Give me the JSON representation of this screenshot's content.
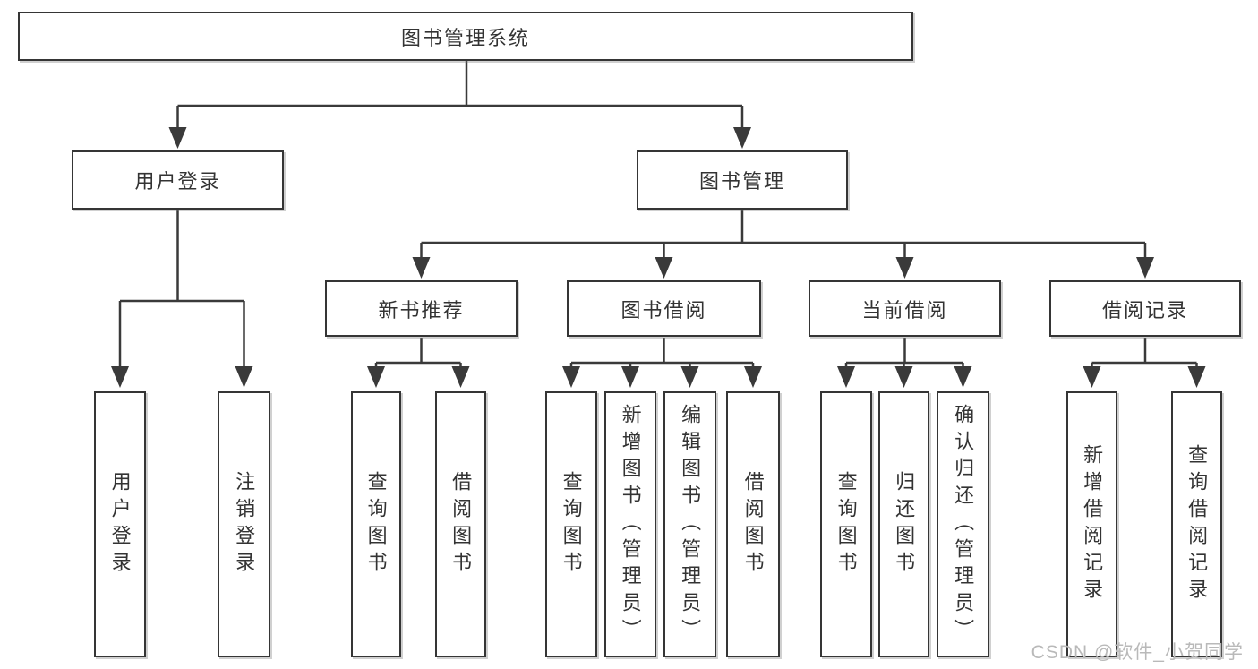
{
  "diagram_type": "hierarchy-flowchart",
  "colors": {
    "line": "#3a3a3a",
    "box_border": "#353535",
    "text": "#333333",
    "watermark": "#b9b9b9",
    "background": "#ffffff"
  },
  "nodes": {
    "root": "图书管理系统",
    "user_login": "用户登录",
    "book_management": "图书管理",
    "new_book_recommend": "新书推荐",
    "book_borrow": "图书借阅",
    "current_borrow": "当前借阅",
    "borrow_records": "借阅记录",
    "leaf_user_login": "用户登录",
    "leaf_logout": "注销登录",
    "rec_query_books": "查询图书",
    "rec_borrow_books": "借阅图书",
    "bb_query_books": "查询图书",
    "bb_add_books": "新增图书（管理员）",
    "bb_edit_books": "编辑图书（管理员）",
    "bb_borrow_books": "借阅图书",
    "cb_query_books": "查询图书",
    "cb_return_books": "归还图书",
    "cb_confirm_return": "确认归还（管理员）",
    "br_add_record": "新增借阅记录",
    "br_query_record": "查询借阅记录"
  },
  "watermark": "CSDN @软件_小贺同学"
}
